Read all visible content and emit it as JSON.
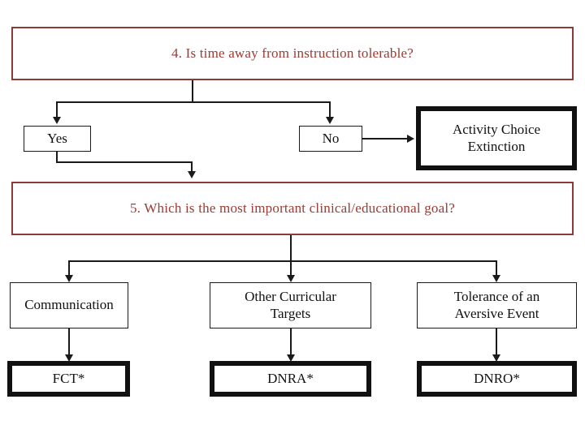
{
  "diagram": {
    "title_color": "#9c3a33",
    "border_color": "#8c3a33",
    "line_color": "#1a1a1a",
    "background": "#ffffff",
    "questions": [
      {
        "id": "q4",
        "text": "4. Is time away from instruction tolerable?"
      },
      {
        "id": "q5",
        "text": "5. Which is the most important clinical/educational goal?"
      }
    ],
    "decisions": [
      {
        "id": "yes",
        "text": "Yes"
      },
      {
        "id": "no",
        "text": "No"
      }
    ],
    "terminal_top": {
      "id": "activity-choice-extinction",
      "line1": "Activity Choice",
      "line2": "Extinction"
    },
    "goals": [
      {
        "id": "communication",
        "line1": "Communication",
        "line2": ""
      },
      {
        "id": "other-curricular-targets",
        "line1": "Other Curricular",
        "line2": "Targets"
      },
      {
        "id": "tolerance-aversive-event",
        "line1": "Tolerance of an",
        "line2": "Aversive Event"
      }
    ],
    "outcomes": [
      {
        "id": "fct",
        "text": "FCT*"
      },
      {
        "id": "dnra",
        "text": "DNRA*"
      },
      {
        "id": "dnro",
        "text": "DNRO*"
      }
    ]
  }
}
